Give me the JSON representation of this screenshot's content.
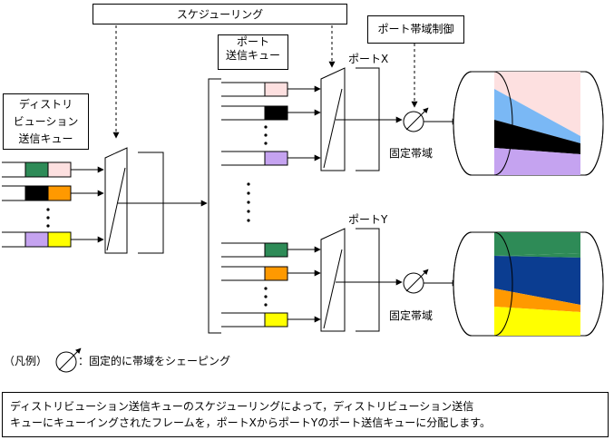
{
  "labels": {
    "scheduling": "スケジューリング",
    "port_queue_line1": "ポート",
    "port_queue_line2": "送信キュー",
    "port_bw_control": "ポート帯域制御",
    "port_x": "ポートX",
    "port_y": "ポートY",
    "dist_queue_line1": "ディストリ",
    "dist_queue_line2": "ビューション",
    "dist_queue_line3": "送信キュー",
    "fixed_bw_x": "固定帯域",
    "fixed_bw_y": "固定帯域",
    "legend_prefix": "（凡例）",
    "legend_text": "：固定的に帯域をシェーピング"
  },
  "caption": {
    "line1": "ディストリビューション送信キューのスケジューリングによって，ディストリビューション送信",
    "line2": "キューにキューイングされたフレームを，ポートXからポートYのポート送信キューに分配します。"
  },
  "colors": {
    "green": "#2e8b57",
    "pink": "#fde0e0",
    "black": "#000000",
    "orange": "#ff9900",
    "purple": "#c5a3f0",
    "yellow": "#ffff00",
    "lightblue": "#7ab8f5",
    "navy": "#0b3d91",
    "cyl_green": "#2e8b57"
  },
  "icons": {
    "shaper": "shaper-icon",
    "arrow": "arrow-icon"
  }
}
